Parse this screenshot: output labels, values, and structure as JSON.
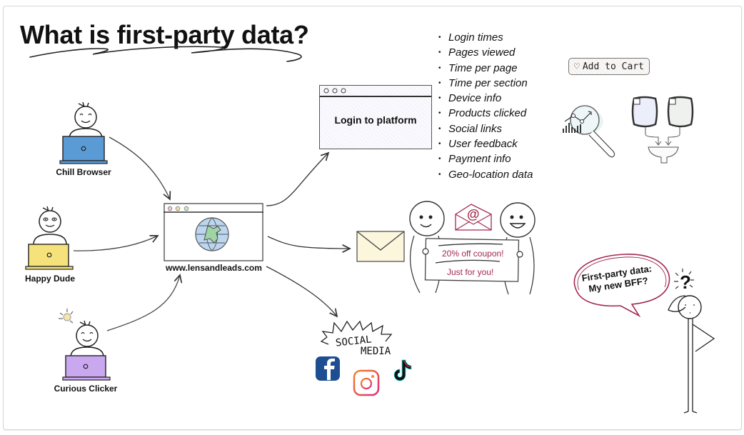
{
  "title": "What is first-party data?",
  "personas": [
    {
      "name": "Chill Browser",
      "laptop_color": "#5b9bd5"
    },
    {
      "name": "Happy Dude",
      "laptop_color": "#f5e27a"
    },
    {
      "name": "Curious Clicker",
      "laptop_color": "#c9a8f0"
    }
  ],
  "website": {
    "url": "www.lensandleads.com"
  },
  "login_window": {
    "title": "Login to platform"
  },
  "data_points": [
    "Login times",
    "Pages viewed",
    "Time per page",
    "Time per section",
    "Device info",
    "Products clicked",
    "Social links",
    "User feedback",
    "Payment info",
    "Geo-location data"
  ],
  "cart_button": {
    "label": "Add to Cart",
    "icon": "heart-icon"
  },
  "email_campaign": {
    "line1": "20% off coupon!",
    "line2": "Just for you!"
  },
  "social_media": {
    "label_line1": "SOCIAL",
    "label_line2": "MEDIA",
    "platforms": [
      "facebook-icon",
      "instagram-icon",
      "tiktok-icon"
    ]
  },
  "speech_bubble": {
    "line1": "First-party data:",
    "line2": "My new BFF?"
  },
  "colors": {
    "accent": "#a3284f",
    "facebook": "#1d4e92",
    "instagram_start": "#f58529",
    "instagram_end": "#dd2a7b"
  }
}
